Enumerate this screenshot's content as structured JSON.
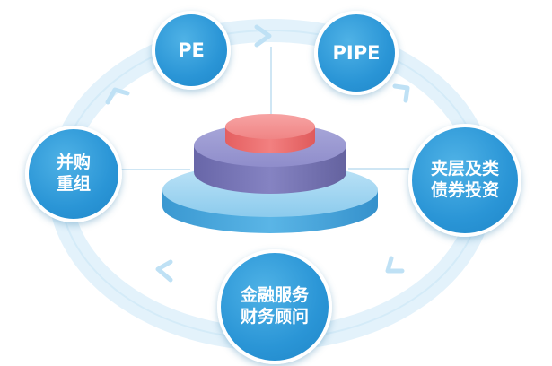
{
  "diagram": {
    "nodes": [
      {
        "id": "pe",
        "lines": [
          "PE"
        ]
      },
      {
        "id": "pipe",
        "lines": [
          "PIPE"
        ]
      },
      {
        "id": "mezzanine",
        "lines": [
          "夹层及类",
          "债券投资"
        ]
      },
      {
        "id": "financial-advisory",
        "lines": [
          "金融服务",
          "财务顾问"
        ]
      },
      {
        "id": "ma",
        "lines": [
          "并购",
          "重组"
        ]
      }
    ],
    "colors": {
      "node": "#2a95d6",
      "ring": "#dceffa",
      "ring_arrow": "#b9def4",
      "tier_top": "#ef7b7b",
      "tier_middle": "#7a78b8",
      "tier_bottom": "#4aa8dc"
    }
  }
}
